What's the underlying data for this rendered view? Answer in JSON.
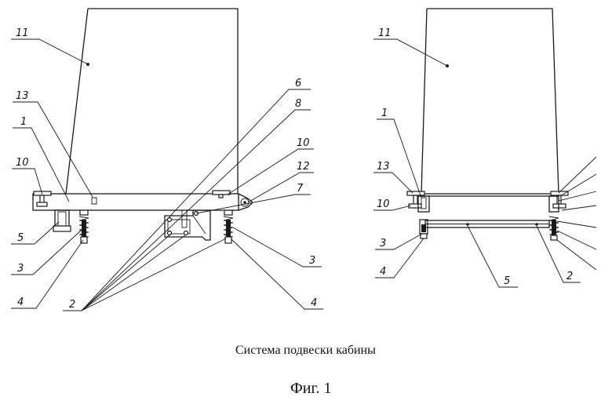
{
  "caption": "Система подвески кабины",
  "figure_label": "Фиг. 1",
  "left_view": {
    "labels": {
      "l11": "11",
      "l13": "13",
      "l1": "1",
      "l10a": "10",
      "l5": "5",
      "l3a": "3",
      "l4a": "4",
      "l2": "2",
      "l6": "6",
      "l8": "8",
      "l10b": "10",
      "l12": "12",
      "l7": "7",
      "l3b": "3",
      "l4b": "4"
    }
  },
  "right_view": {
    "labels": {
      "r11": "11",
      "r1": "1",
      "r13": "13",
      "r10": "10",
      "r3": "3",
      "r4": "4",
      "r5": "5",
      "r2": "2"
    }
  }
}
